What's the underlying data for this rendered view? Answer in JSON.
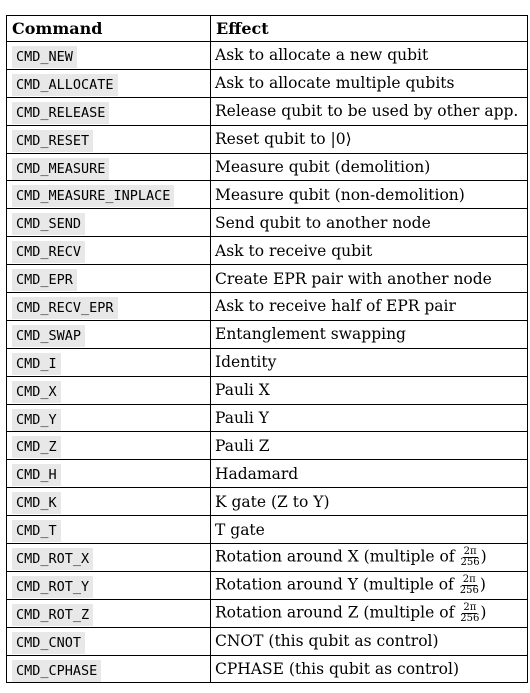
{
  "header": {
    "command": "Command",
    "effect": "Effect"
  },
  "rows": [
    {
      "command": "CMD_NEW",
      "effect": "Ask to allocate a new qubit"
    },
    {
      "command": "CMD_ALLOCATE",
      "effect": "Ask to allocate multiple qubits"
    },
    {
      "command": "CMD_RELEASE",
      "effect": "Release qubit to be used by other app."
    },
    {
      "command": "CMD_RESET",
      "effect": "Reset qubit to |0⟩"
    },
    {
      "command": "CMD_MEASURE",
      "effect": "Measure qubit (demolition)"
    },
    {
      "command": "CMD_MEASURE_INPLACE",
      "effect": "Measure qubit (non-demolition)"
    },
    {
      "command": "CMD_SEND",
      "effect": "Send qubit to another node"
    },
    {
      "command": "CMD_RECV",
      "effect": "Ask to receive qubit"
    },
    {
      "command": "CMD_EPR",
      "effect": "Create EPR pair with another node"
    },
    {
      "command": "CMD_RECV_EPR",
      "effect": "Ask to receive half of EPR pair"
    },
    {
      "command": "CMD_SWAP",
      "effect": "Entanglement swapping"
    },
    {
      "command": "CMD_I",
      "effect": "Identity"
    },
    {
      "command": "CMD_X",
      "effect": "Pauli X"
    },
    {
      "command": "CMD_Y",
      "effect": "Pauli Y"
    },
    {
      "command": "CMD_Z",
      "effect": "Pauli Z"
    },
    {
      "command": "CMD_H",
      "effect": "Hadamard"
    },
    {
      "command": "CMD_K",
      "effect": "K gate (Z to Y)"
    },
    {
      "command": "CMD_T",
      "effect": "T gate"
    },
    {
      "command": "CMD_ROT_X",
      "effect": "Rotation around X (multiple of",
      "frac_num": "2π",
      "frac_den": "256",
      "effect_end": ")"
    },
    {
      "command": "CMD_ROT_Y",
      "effect": "Rotation around Y (multiple of",
      "frac_num": "2π",
      "frac_den": "256",
      "effect_end": ")"
    },
    {
      "command": "CMD_ROT_Z",
      "effect": "Rotation around Z (multiple of",
      "frac_num": "2π",
      "frac_den": "256",
      "effect_end": ")"
    },
    {
      "command": "CMD_CNOT",
      "effect": "CNOT (this qubit as control)"
    },
    {
      "command": "CMD_CPHASE",
      "effect": "CPHASE (this qubit as control)"
    }
  ]
}
